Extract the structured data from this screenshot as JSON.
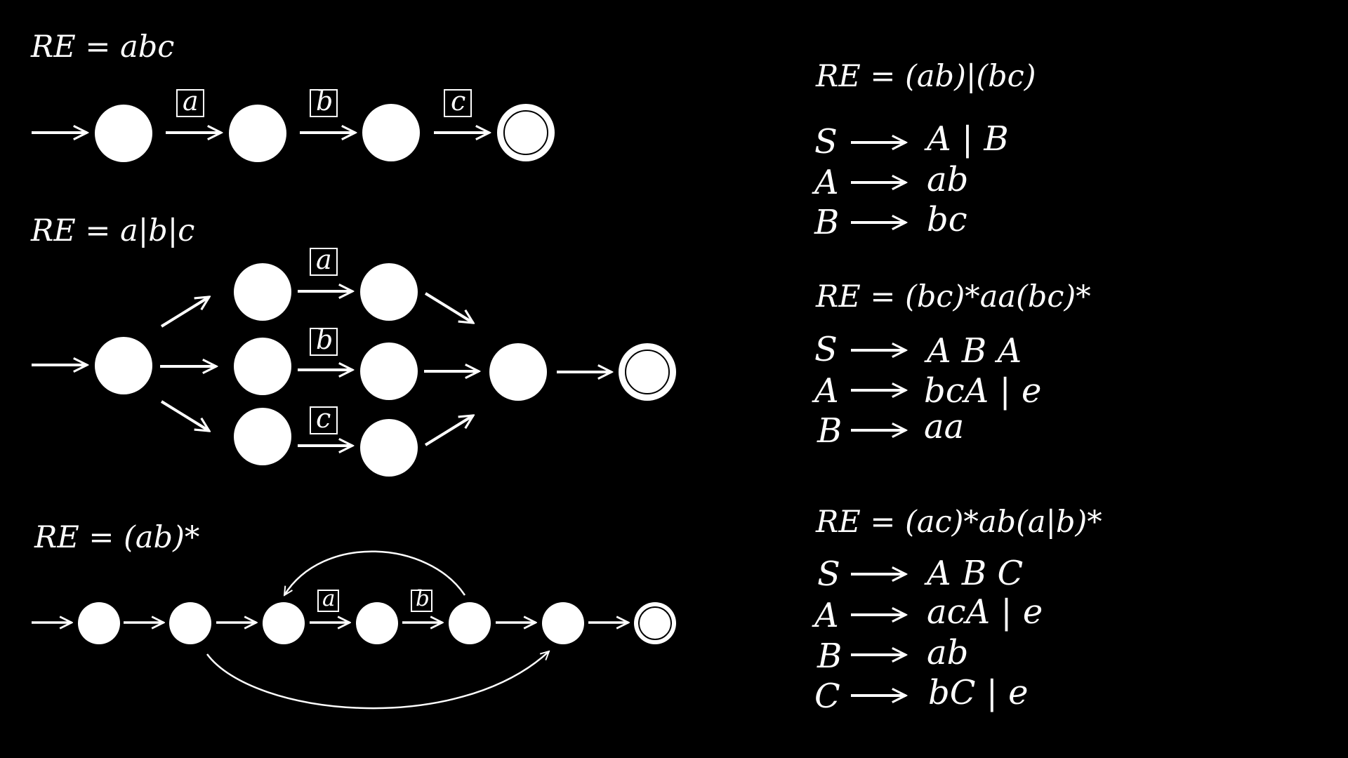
{
  "diagram1": {
    "re": "RE = abc",
    "labels": [
      "a",
      "b",
      "c"
    ]
  },
  "diagram2": {
    "re": "RE = a|b|c",
    "labels": [
      "a",
      "b",
      "c"
    ]
  },
  "diagram3": {
    "re": "RE = (ab)*",
    "labels": [
      "a",
      "b"
    ]
  },
  "grammar1": {
    "re": "RE = (ab)|(bc)",
    "rules": [
      {
        "lhs": "S",
        "rhs": "A | B"
      },
      {
        "lhs": "A",
        "rhs": "ab"
      },
      {
        "lhs": "B",
        "rhs": "bc"
      }
    ]
  },
  "grammar2": {
    "re": "RE = (bc)*aa(bc)*",
    "rules": [
      {
        "lhs": "S",
        "rhs": "A B A"
      },
      {
        "lhs": "A",
        "rhs": "bcA | e"
      },
      {
        "lhs": "B",
        "rhs": "aa"
      }
    ]
  },
  "grammar3": {
    "re": "RE = (ac)*ab(a|b)*",
    "rules": [
      {
        "lhs": "S",
        "rhs": "A B C"
      },
      {
        "lhs": "A",
        "rhs": "acA | e"
      },
      {
        "lhs": "B",
        "rhs": "ab"
      },
      {
        "lhs": "C",
        "rhs": "bC | e"
      }
    ]
  }
}
